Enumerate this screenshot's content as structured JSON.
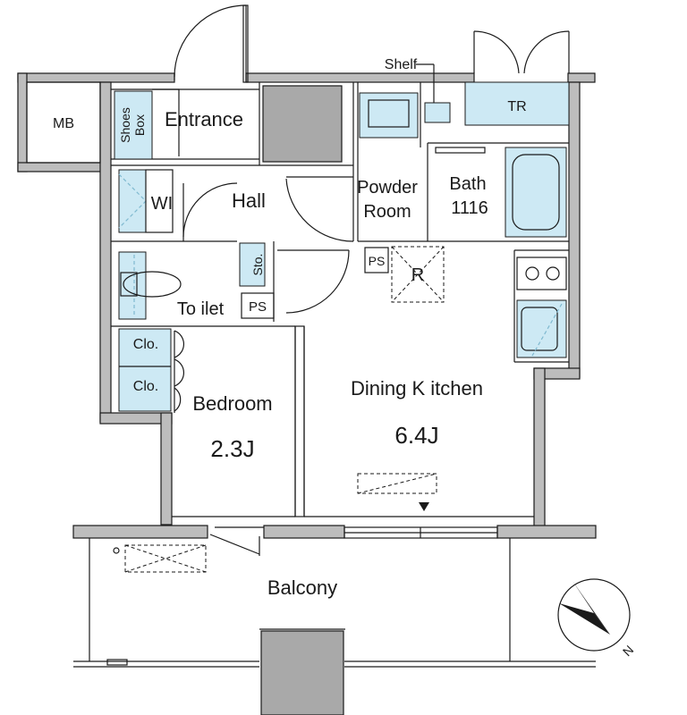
{
  "rooms": {
    "mb": "MB",
    "shoes_box": "Shoes Box",
    "shoes_box_line1": "Shoes",
    "shoes_box_line2": "Box",
    "entrance": "Entrance",
    "hall": "Hall",
    "wic": "WI",
    "storage": "Sto.",
    "toilet": "To ilet",
    "ps_toilet": "PS",
    "powder_room_line1": "Powder",
    "powder_room_line2": "Room",
    "shelf": "Shelf",
    "tr": "TR",
    "bath_line1": "Bath",
    "bath_line2": "1116",
    "ps_kitchen": "PS",
    "refrigerator": "R",
    "closet_1": "Clo.",
    "closet_2": "Clo.",
    "bedroom": "Bedroom",
    "bedroom_size": "2.3J",
    "dining_kitchen": "Dining K itchen",
    "dining_kitchen_size": "6.4J",
    "balcony": "Balcony",
    "compass": "N"
  },
  "colors": {
    "wall": "#bdbdbd",
    "fixture_blue": "#cde9f4",
    "line": "#1a1a1a"
  }
}
